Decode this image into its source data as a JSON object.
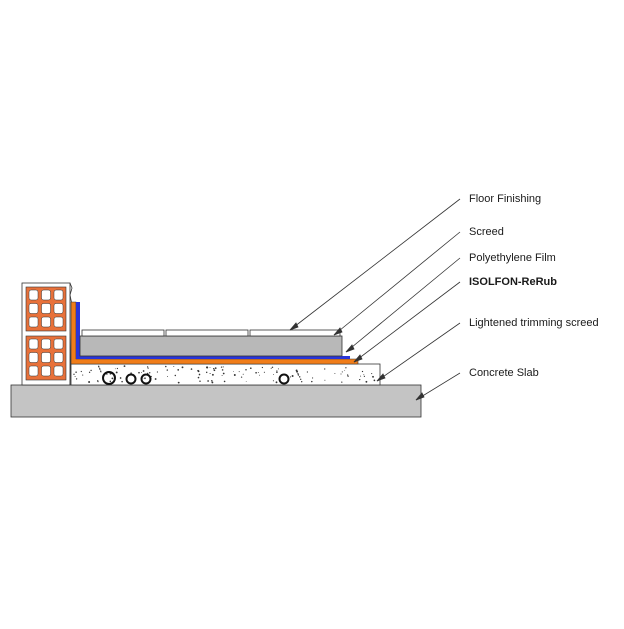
{
  "labels": [
    {
      "id": "floor-finishing",
      "text": "Floor Finishing",
      "bold": false
    },
    {
      "id": "screed",
      "text": "Screed",
      "bold": false
    },
    {
      "id": "polyethylene-film",
      "text": "Polyethylene Film",
      "bold": false
    },
    {
      "id": "isolfon-rerub",
      "text": "ISOLFON-ReRub",
      "bold": true
    },
    {
      "id": "lightened-trimming-screed",
      "text": "Lightened trimming screed",
      "bold": false
    },
    {
      "id": "concrete-slab",
      "text": "Concrete Slab",
      "bold": false
    }
  ],
  "colors": {
    "brick": "#e8713a",
    "brick_hole": "#ffffff",
    "isolfon": "#f07d1a",
    "film": "#2a35d8",
    "screed": "#b8b8b8",
    "slab": "#c4c4c4",
    "leader": "#333333",
    "outline": "#333333"
  }
}
